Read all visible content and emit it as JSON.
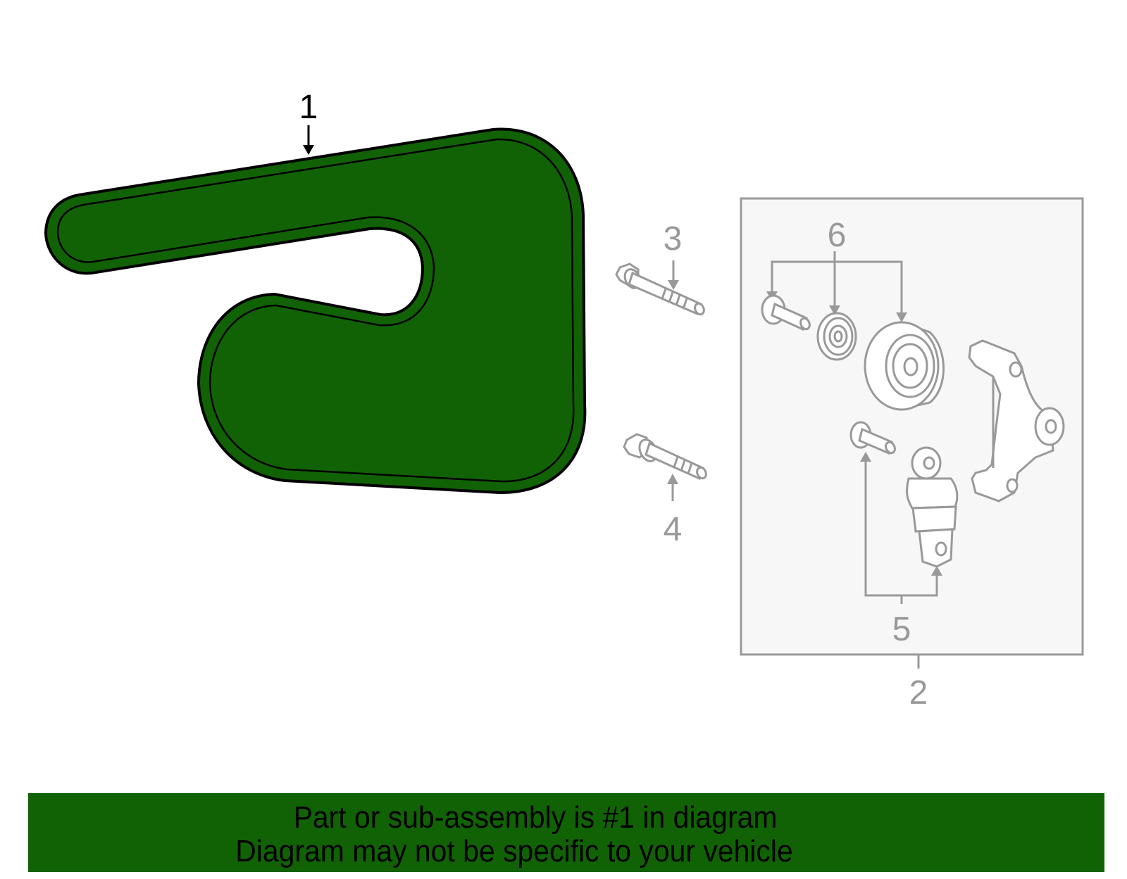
{
  "diagram": {
    "callouts": [
      {
        "id": "1",
        "label": "1",
        "part": "serpentine-belt",
        "highlighted": true
      },
      {
        "id": "2",
        "label": "2",
        "part": "tensioner-assembly"
      },
      {
        "id": "3",
        "label": "3",
        "part": "bolt"
      },
      {
        "id": "4",
        "label": "4",
        "part": "bolt"
      },
      {
        "id": "5",
        "label": "5",
        "part": "tensioner-bolt-and-damper"
      },
      {
        "id": "6",
        "label": "6",
        "part": "idler-pulley-kit"
      }
    ],
    "colors": {
      "highlight": "#116205",
      "outline_highlight": "#000000",
      "outline_parts": "#999999",
      "assembly_box_fill": "#f7f7f7"
    }
  },
  "banner": {
    "line1": "Part or sub-assembly is #1 in diagram",
    "line2": "Diagram may not be specific to your vehicle",
    "background": "#116205"
  }
}
